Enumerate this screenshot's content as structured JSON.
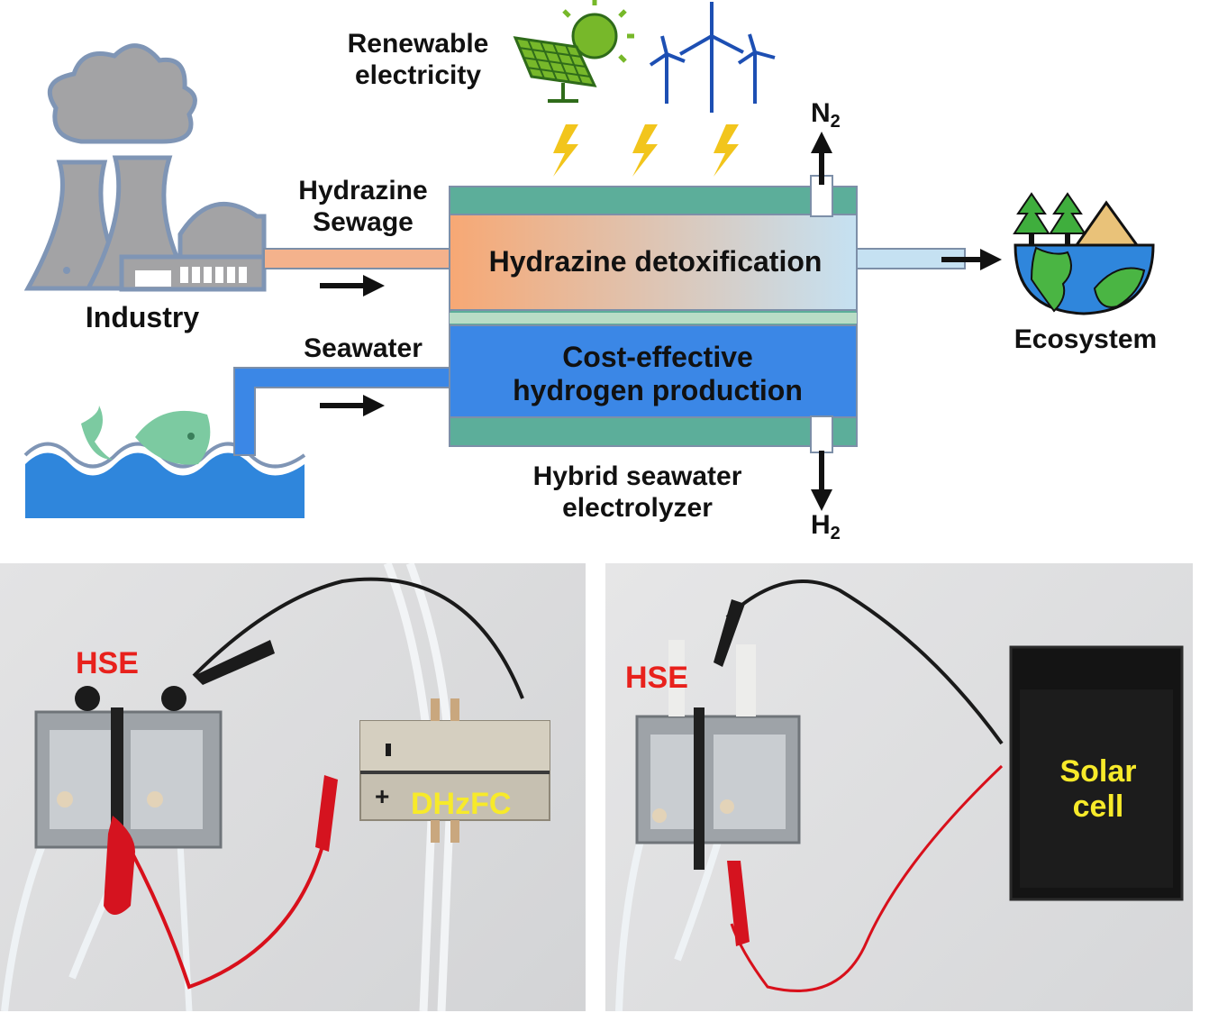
{
  "diagram": {
    "renewable_label_line1": "Renewable",
    "renewable_label_line2": "electricity",
    "industry_label": "Industry",
    "hydrazine_sewage_line1": "Hydrazine",
    "hydrazine_sewage_line2": "Sewage",
    "seawater_label": "Seawater",
    "top_chamber_label": "Hydrazine detoxification",
    "bottom_chamber_line1": "Cost-effective",
    "bottom_chamber_line2": "hydrogen production",
    "electrolyzer_line1": "Hybrid seawater",
    "electrolyzer_line2": "electrolyzer",
    "n2_label": "N",
    "n2_sub": "2",
    "h2_label": "H",
    "h2_sub": "2",
    "ecosystem_label": "Ecosystem"
  },
  "photos": {
    "left_hse_label": "HSE",
    "dhzfc_label": "DHzFC",
    "right_hse_label": "HSE",
    "solar_line1": "Solar",
    "solar_line2": "cell"
  },
  "colors": {
    "sewage_orange": "#f4b28c",
    "seawater_blue": "#3b87e6",
    "membrane_teal": "#5cae9a",
    "label_red": "#e8211c",
    "label_yellow": "#f7ea2a"
  }
}
